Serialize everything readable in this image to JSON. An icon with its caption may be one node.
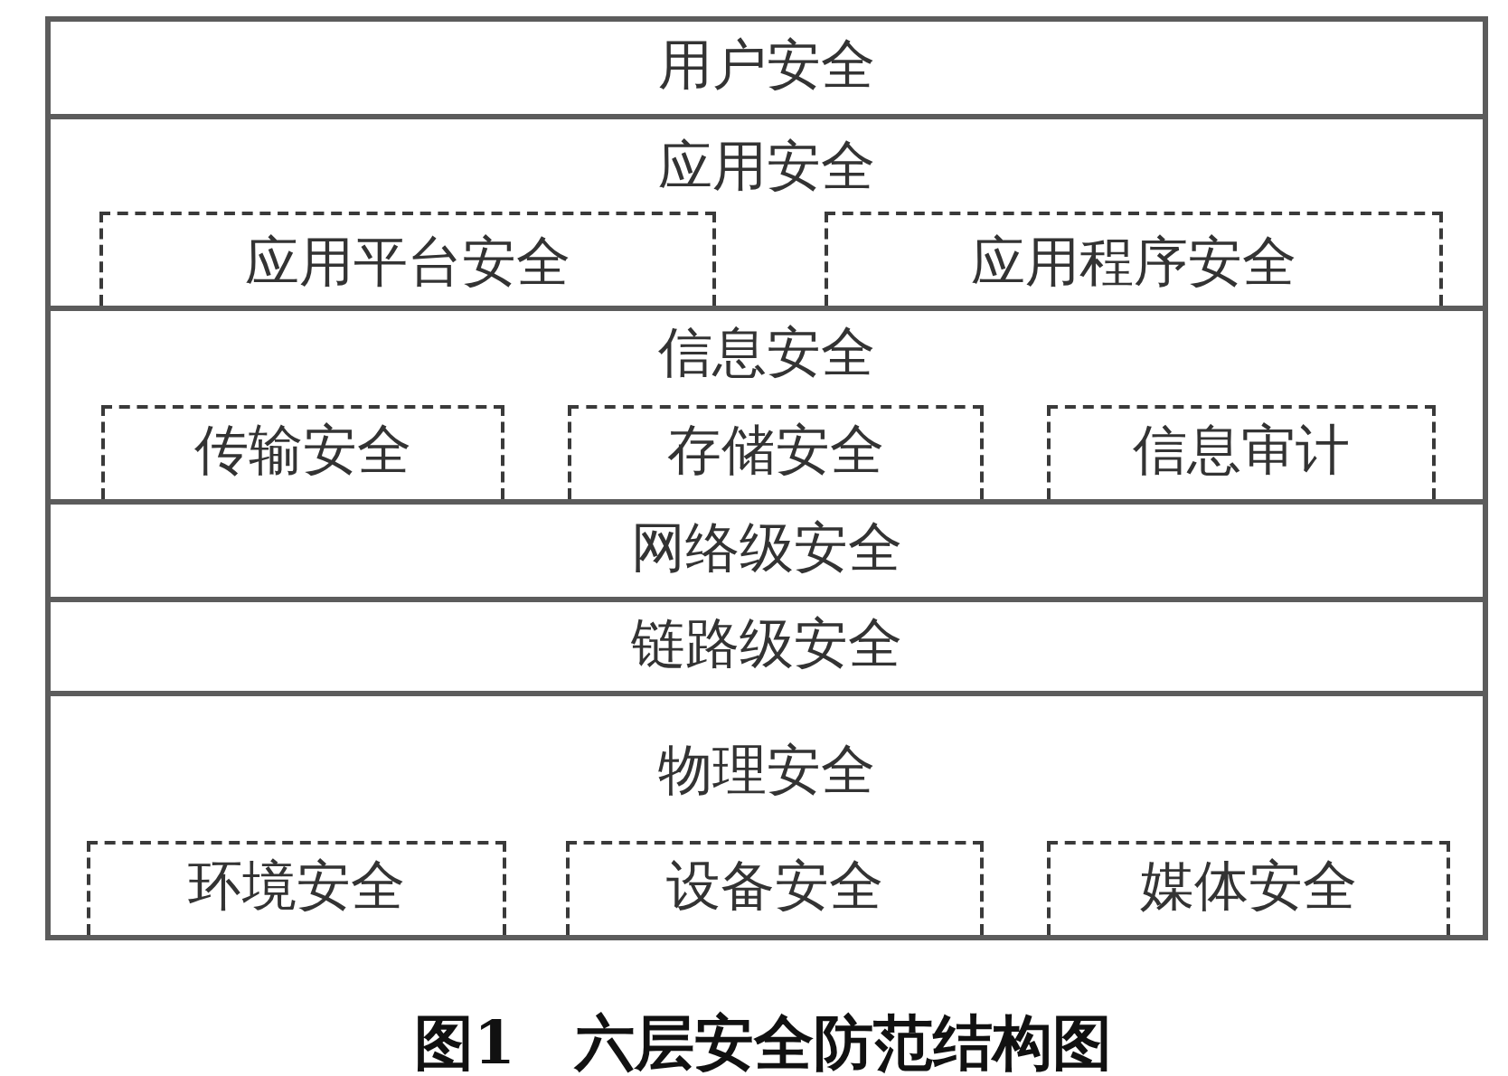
{
  "diagram": {
    "caption": "图1　六层安全防范结构图",
    "nodes": [
      {
        "text": [
          "用户安全"
        ]
      },
      {
        "text": [
          "应用安全"
        ]
      },
      {
        "text": [
          "应用平台安全"
        ],
        "in": 1
      },
      {
        "text": [
          "应用程序安全"
        ],
        "in": 1
      },
      {
        "text": [
          "信息安全"
        ]
      },
      {
        "text": [
          "传输安全"
        ],
        "in": 4
      },
      {
        "text": [
          "存储安全"
        ],
        "in": 4
      },
      {
        "text": [
          "信息审计"
        ],
        "in": 4
      },
      {
        "text": [
          "网络级安全"
        ]
      },
      {
        "text": [
          "链路级安全"
        ]
      },
      {
        "text": [
          "物理安全"
        ]
      },
      {
        "text": [
          "环境安全"
        ],
        "in": 10
      },
      {
        "text": [
          "设备安全"
        ],
        "in": 10
      },
      {
        "text": [
          "媒体安全"
        ],
        "in": 10
      }
    ]
  }
}
